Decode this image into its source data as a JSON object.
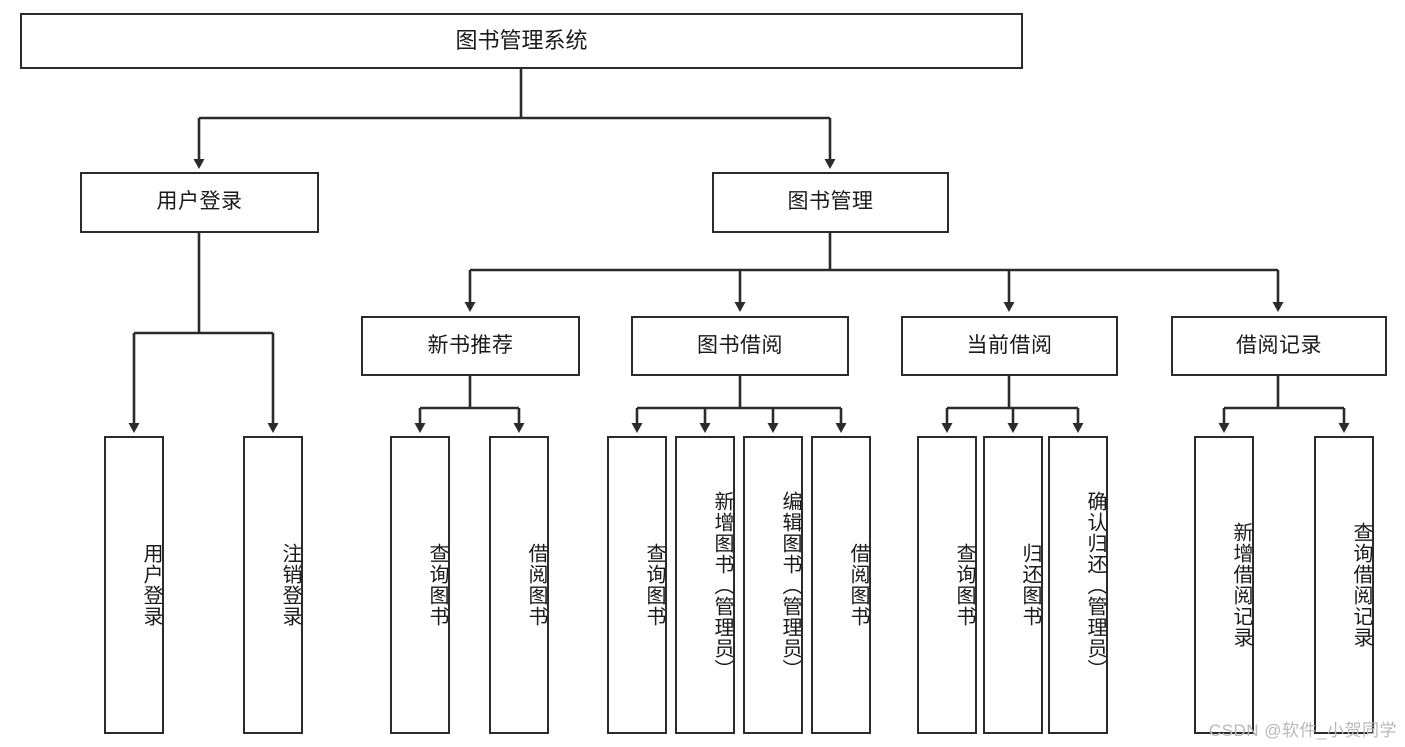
{
  "diagram": {
    "title": "图书管理系统",
    "type": "tree-hierarchy-diagram",
    "watermark": "CSDN @软件_小贺同学",
    "colors": {
      "stroke": "#2b2b2b",
      "fill": "#ffffff",
      "text": "#1a1a1a",
      "watermark": "#b9b9b9"
    },
    "levels": {
      "level1_label": "图书管理系统",
      "level2": [
        "用户登录",
        "图书管理"
      ],
      "level3": [
        "新书推荐",
        "图书借阅",
        "当前借阅",
        "借阅记录"
      ]
    }
  },
  "nodes": {
    "root": {
      "label": "图书管理系统"
    },
    "user_login": {
      "label": "用户登录"
    },
    "book_manage": {
      "label": "图书管理"
    },
    "new_book_rec": {
      "label": "新书推荐"
    },
    "book_borrow": {
      "label": "图书借阅"
    },
    "current_borrow": {
      "label": "当前借阅"
    },
    "borrow_record": {
      "label": "借阅记录"
    },
    "leaf_user_login": {
      "label": "用户登录"
    },
    "leaf_logout": {
      "label": "注销登录"
    },
    "leaf_query_book_1": {
      "label": "查询图书"
    },
    "leaf_borrow_book_1": {
      "label": "借阅图书"
    },
    "leaf_query_book_2": {
      "label": "查询图书"
    },
    "leaf_add_book": {
      "label": "新增图书（管理员）"
    },
    "leaf_edit_book": {
      "label": "编辑图书（管理员）"
    },
    "leaf_borrow_book_2": {
      "label": "借阅图书"
    },
    "leaf_query_book_3": {
      "label": "查询图书"
    },
    "leaf_return_book": {
      "label": "归还图书"
    },
    "leaf_confirm_return": {
      "label": "确认归还（管理员）"
    },
    "leaf_add_record": {
      "label": "新增借阅记录"
    },
    "leaf_query_record": {
      "label": "查询借阅记录"
    }
  }
}
